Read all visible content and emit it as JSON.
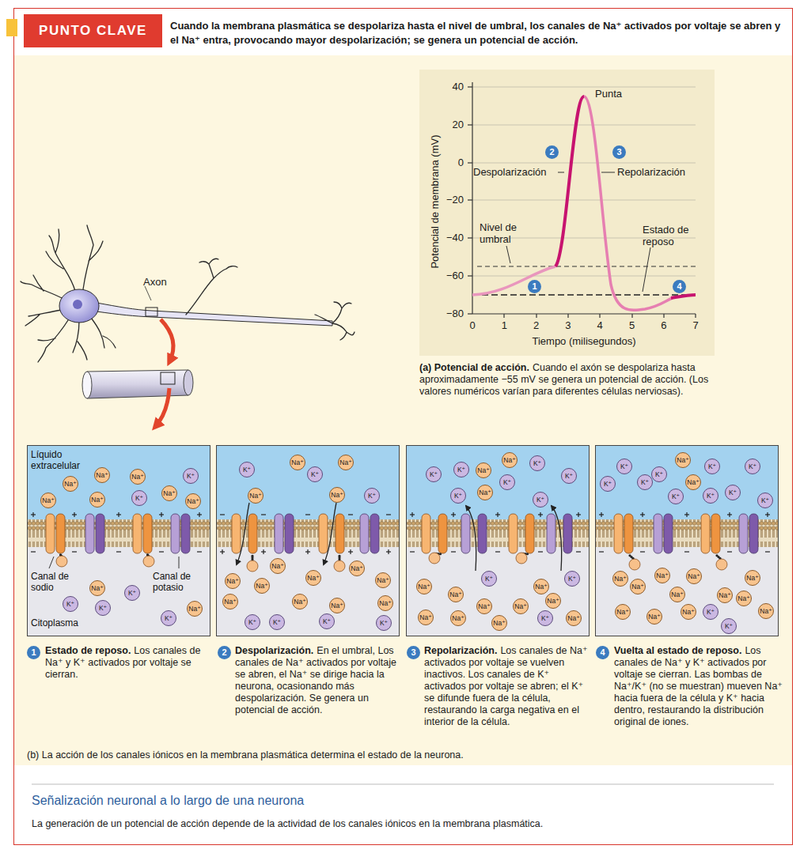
{
  "diagram": {
    "title": "Señalización neuronal a lo largo de una neurona",
    "caption": "La generación de un potencial de acción depende de la actividad de los canales iónicos en la membrana plasmática.",
    "nodes": [
      {
        "text": [
          "PUNTO CLAVE"
        ]
      },
      {
        "text": [
          "1"
        ]
      },
      {
        "text": [
          "2"
        ]
      },
      {
        "text": [
          "3"
        ]
      },
      {
        "text": [
          "4"
        ]
      },
      {
        "text": [
          "Líquido extracelular",
          "Canal de sodio",
          "Canal de potasio",
          "Citoplasma"
        ]
      },
      {
        "text": [
          "Na⁺"
        ],
        "in": 5
      },
      {
        "text": [
          "Na⁺"
        ],
        "in": 5
      },
      {
        "text": [
          "K⁺"
        ],
        "in": 5
      },
      {
        "text": [
          "Na⁺"
        ],
        "in": 5
      },
      {
        "text": [
          "Na⁺"
        ],
        "in": 5
      },
      {
        "text": [
          "Na⁺"
        ],
        "in": 5
      },
      {
        "text": [
          "K⁺"
        ],
        "in": 5
      },
      {
        "text": [
          "Na⁺"
        ],
        "in": 5
      },
      {
        "text": [
          "Na⁺"
        ],
        "in": 5
      },
      {
        "text": [
          "Na⁺"
        ],
        "in": 5
      },
      {
        "text": [
          "K⁺"
        ],
        "in": 5
      },
      {
        "text": [
          "K⁺"
        ],
        "in": 5
      },
      {
        "text": [
          "K⁺"
        ],
        "in": 5
      },
      {
        "text": [
          "Na⁺"
        ],
        "in": 5
      },
      {
        "text": [
          "K⁺"
        ],
        "in": 5
      },
      {
        "text": []
      },
      {
        "text": [
          "K⁺"
        ],
        "in": 21
      },
      {
        "text": [
          "Na⁺"
        ],
        "in": 21
      },
      {
        "text": [
          "Na⁺"
        ],
        "in": 21
      },
      {
        "text": [
          "K⁺"
        ],
        "in": 21
      },
      {
        "text": [
          "Na⁺"
        ],
        "in": 21
      },
      {
        "text": [
          "Na⁺"
        ],
        "in": 21
      },
      {
        "text": [
          "K⁺"
        ],
        "in": 21
      },
      {
        "text": [
          "Na⁺"
        ],
        "in": 21
      },
      {
        "text": [
          "Na⁺"
        ],
        "in": 21
      },
      {
        "text": [
          "Na⁺"
        ],
        "in": 21
      },
      {
        "text": [
          "Na⁺"
        ],
        "in": 21
      },
      {
        "text": [
          "Na⁺"
        ],
        "in": 21
      },
      {
        "text": [
          "Na⁺"
        ],
        "in": 21
      },
      {
        "text": [
          "Na⁺"
        ],
        "in": 21
      },
      {
        "text": [
          "Na⁺"
        ],
        "in": 21
      },
      {
        "text": [
          "Na⁺"
        ],
        "in": 21
      },
      {
        "text": [
          "Na⁺"
        ],
        "in": 21
      },
      {
        "text": [
          "K⁺"
        ],
        "in": 21
      },
      {
        "text": [
          "K⁺"
        ],
        "in": 21
      },
      {
        "text": [
          "K⁺"
        ],
        "in": 21
      },
      {
        "text": [
          "K⁺"
        ],
        "in": 21
      },
      {
        "text": []
      },
      {
        "text": [
          "K⁺"
        ],
        "in": 43
      },
      {
        "text": [
          "K⁺"
        ],
        "in": 43
      },
      {
        "text": [
          "Na⁺"
        ],
        "in": 43
      },
      {
        "text": [
          "Na⁺"
        ],
        "in": 43
      },
      {
        "text": [
          "K⁺"
        ],
        "in": 43
      },
      {
        "text": [
          "K⁺"
        ],
        "in": 43
      },
      {
        "text": [
          "K⁺"
        ],
        "in": 43
      },
      {
        "text": [
          "K⁺"
        ],
        "in": 43
      },
      {
        "text": [
          "Na⁺"
        ],
        "in": 43
      },
      {
        "text": [
          "K⁺"
        ],
        "in": 43
      },
      {
        "text": [
          "Na⁺"
        ],
        "in": 43
      },
      {
        "text": [
          "K⁺"
        ],
        "in": 43
      },
      {
        "text": [
          "Na⁺"
        ],
        "in": 43
      },
      {
        "text": [
          "Na⁺"
        ],
        "in": 43
      },
      {
        "text": [
          "Na⁺"
        ],
        "in": 43
      },
      {
        "text": [
          "Na⁺"
        ],
        "in": 43
      },
      {
        "text": [
          "K⁺"
        ],
        "in": 43
      },
      {
        "text": [
          "Na⁺"
        ],
        "in": 43
      },
      {
        "text": [
          "Na⁺"
        ],
        "in": 43
      },
      {
        "text": [
          "Na⁺"
        ],
        "in": 43
      },
      {
        "text": [
          "K⁺"
        ],
        "in": 43
      },
      {
        "text": [
          "Na⁺"
        ],
        "in": 43
      },
      {
        "text": [
          "Na⁺"
        ],
        "in": 43
      },
      {
        "text": []
      },
      {
        "text": [
          "K⁺"
        ],
        "in": 67
      },
      {
        "text": [
          "Na⁺"
        ],
        "in": 67
      },
      {
        "text": [
          "K⁺"
        ],
        "in": 67
      },
      {
        "text": [
          "K⁺"
        ],
        "in": 67
      },
      {
        "text": [
          "K⁺"
        ],
        "in": 67
      },
      {
        "text": [
          "K⁺"
        ],
        "in": 67
      },
      {
        "text": [
          "K⁺"
        ],
        "in": 67
      },
      {
        "text": [
          "Na⁺"
        ],
        "in": 67
      },
      {
        "text": [
          "K⁺"
        ],
        "in": 67
      },
      {
        "text": [
          "K⁺"
        ],
        "in": 67
      },
      {
        "text": [
          "K⁺"
        ],
        "in": 67
      },
      {
        "text": [
          "K⁺"
        ],
        "in": 67
      },
      {
        "text": [
          "Na⁺"
        ],
        "in": 67
      },
      {
        "text": [
          "Na⁺"
        ],
        "in": 67
      },
      {
        "text": [
          "Na⁺"
        ],
        "in": 67
      },
      {
        "text": [
          "Na⁺"
        ],
        "in": 67
      },
      {
        "text": [
          "Na⁺"
        ],
        "in": 67
      },
      {
        "text": [
          "Na⁺"
        ],
        "in": 67
      },
      {
        "text": [
          "Na⁺"
        ],
        "in": 67
      },
      {
        "text": [
          "Na⁺"
        ],
        "in": 67
      },
      {
        "text": [
          "Na⁺"
        ],
        "in": 67
      },
      {
        "text": [
          "Na⁺"
        ],
        "in": 67
      },
      {
        "text": [
          "K⁺"
        ],
        "in": 67
      },
      {
        "text": [
          "Na⁺"
        ],
        "in": 67
      },
      {
        "text": [
          "Na⁺"
        ],
        "in": 67
      },
      {
        "text": [
          "K⁺"
        ],
        "in": 67
      },
      {
        "text": [
          "1"
        ]
      },
      {
        "text": [
          "2"
        ]
      },
      {
        "text": [
          "3"
        ]
      },
      {
        "text": [
          "4"
        ]
      }
    ],
    "labels": [
      "Cuando la membrana plasmática se despolariza hasta el nivel de umbral, los canales de Na⁺ activados por voltaje se abren y el Na⁺ entra, provocando mayor despolarización; se genera un potencial de acción.",
      "Axon",
      "40",
      "20",
      "0",
      "−20",
      "−40",
      "−60",
      "−80",
      "0",
      "1",
      "2",
      "3",
      "4",
      "5",
      "6",
      "7",
      "Potencial de membrana (mV)",
      "Tiempo (milisegundos)",
      "Punta",
      "Despolarización",
      "Repolarización",
      "Nivel de umbral",
      "Estado de reposo",
      "(a) Potencial de acción.",
      "Cuando el axón se despolariza hasta aproximadamente −55 mV se genera un potencial de acción. (Los valores numéricos varían para diferentes células nerviosas).",
      "Estado de reposo.",
      "Los canales de Na⁺ y K⁺ activados por voltaje se cierran.",
      "Despolarización.",
      "En el umbral, Los canales de Na⁺ activados por voltaje se abren, el Na⁺ se dirige hacia la neurona, ocasionando más despolarización. Se genera un potencial de acción.",
      "Repolarización.",
      "Los canales de Na⁺ activados por voltaje se vuelven inactivos. Los canales de K⁺ activados por voltaje se abren; el K⁺ se difunde fuera de la célula, restaurando la carga negativa en el interior de la célula.",
      "Vuelta al estado de reposo.",
      "Los canales de Na⁺ y K⁺ activados por voltaje se cierran. Las bombas de Na⁺/K⁺ (no se muestran) mueven Na⁺ hacia fuera de la célula y K⁺ hacia dentro, restaurando la distribución original de iones.",
      "(b) La acción de los canales iónicos en la membrana plasmática determina el estado de la neurona."
    ]
  }
}
